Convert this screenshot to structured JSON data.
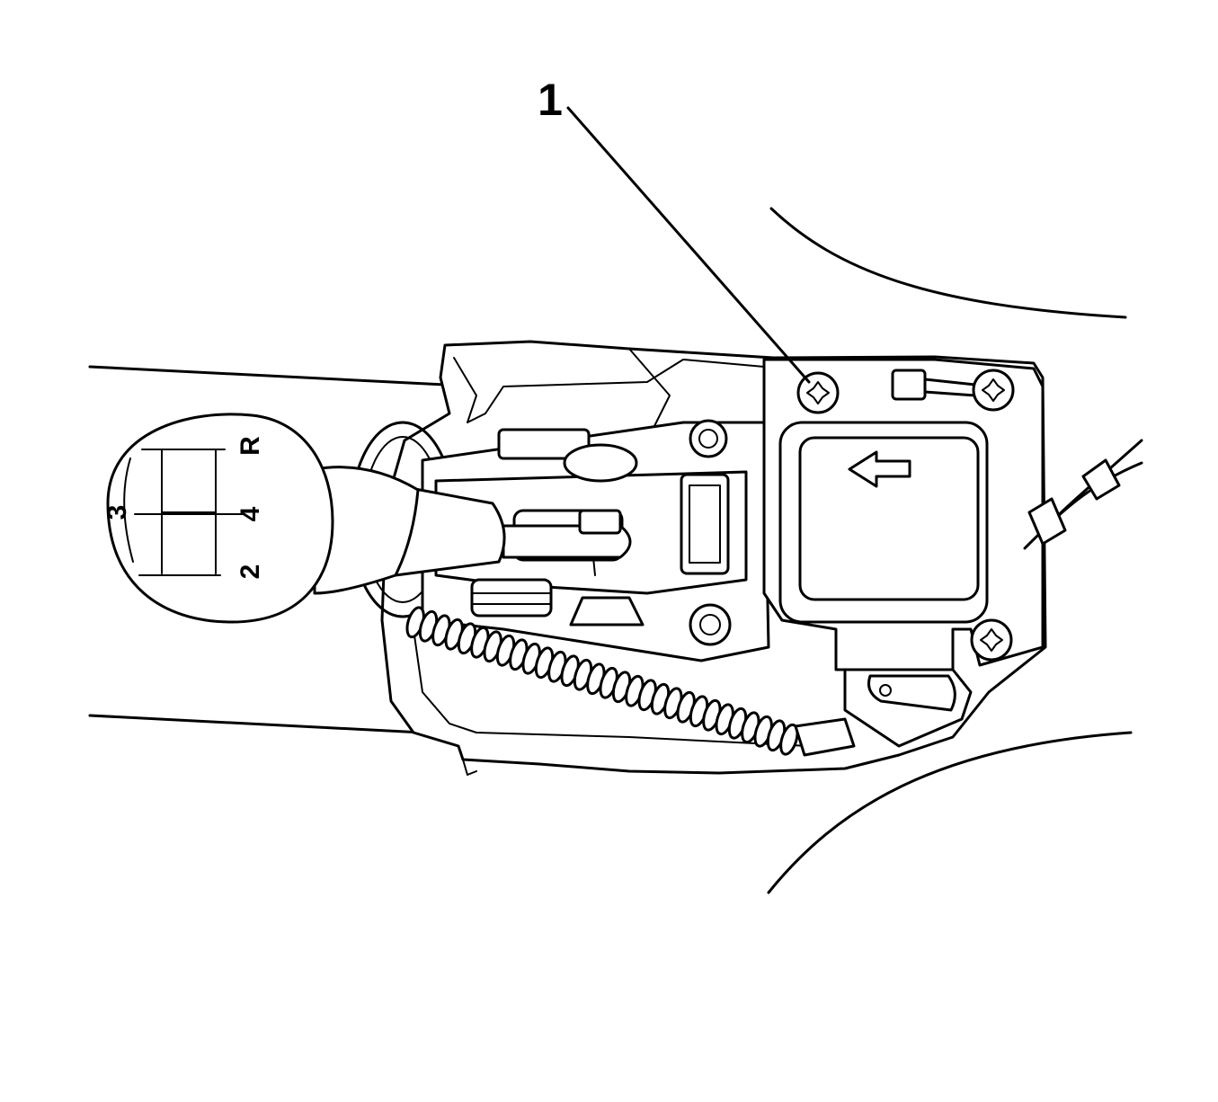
{
  "diagram": {
    "callout": {
      "number": "1"
    },
    "shift_pattern": {
      "gears": [
        "3",
        "4",
        "R",
        "2"
      ]
    }
  }
}
